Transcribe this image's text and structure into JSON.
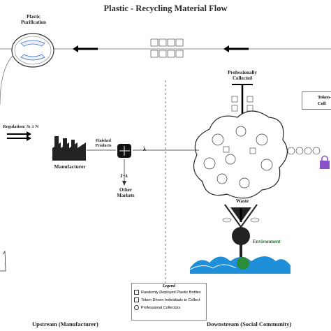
{
  "title": "Plastic - Recycling Material Flow",
  "nodes": {
    "purification": "Plastic\nPurification",
    "professionally_collected": "Professionally\nCollected",
    "token_box": "Token-\nColl",
    "regulation": "Regulation: Sₜ ≥ N",
    "manufacturer": "Manufacturer",
    "finished_products": "Finished\nProducts",
    "lambda": "λ",
    "one_minus_lambda": "1−λ",
    "other_markets": "Other\nMarkets",
    "waste": "Waste",
    "environment": "Environment"
  },
  "legend": {
    "title": "Legend",
    "items": [
      "Randomly Deployed Plastic Bottles",
      "Token-Driven Individuals to Collect",
      "Professional Collectors"
    ]
  },
  "footer": {
    "upstream": "Upstream (Manufacturer)",
    "downstream": "Downstream (Social Community)"
  },
  "colors": {
    "ink": "#222222",
    "water": "#1e8fd8",
    "environment_text": "#1a7a2a",
    "token_lock": "#8a52c8"
  }
}
